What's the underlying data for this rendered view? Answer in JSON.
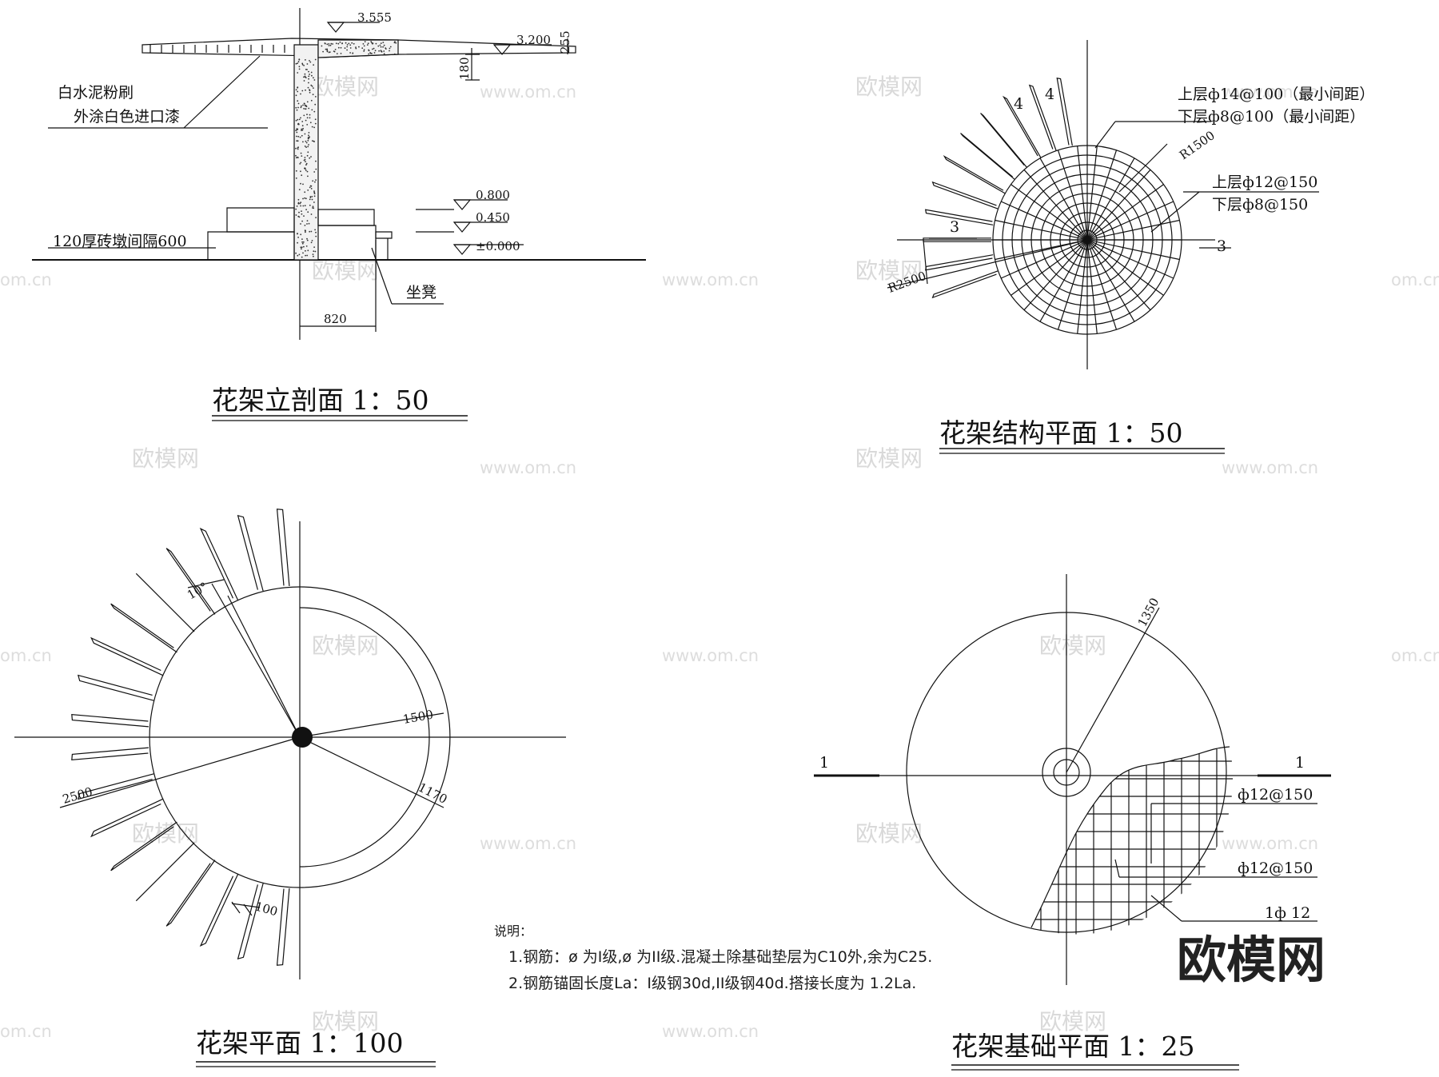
{
  "watermark": {
    "brand": "欧模网",
    "url": "www.om.cn",
    "url_fragment": "om.cn"
  },
  "section": {
    "title": "花架立剖面 1：50",
    "levels": [
      "3.555",
      "3.200",
      "0.800",
      "0.450",
      "±0.000"
    ],
    "dims": [
      "255",
      "180",
      "820"
    ],
    "notes": [
      "白水泥粉刷",
      "外涂白色进口漆",
      "120厚砖墩间隔600",
      "坐凳"
    ]
  },
  "structure": {
    "title": "花架结构平面 1：50",
    "rebar": [
      "上层ф14@100（最小间距）",
      "下层ф8@100（最小间距）",
      "上层ф12@150",
      "下层ф8@150"
    ],
    "dims": [
      "R1500",
      "R2500",
      "4",
      "4",
      "3",
      "3"
    ]
  },
  "plan": {
    "title": "花架平面 1：100",
    "dims": [
      "10°",
      "1500",
      "1170",
      "2500",
      "100"
    ]
  },
  "foundation": {
    "title": "花架基础平面 1：25",
    "dims": [
      "1350",
      "1",
      "1"
    ],
    "rebar": [
      "ф12@150",
      "ф12@150",
      "1ф 12"
    ]
  },
  "notes": {
    "heading": "说明：",
    "line1": "1.钢筋：ø    为I级,ø        为II级.混凝土除基础垫层为C10外,余为C25.",
    "line2": "2.钢筋锚固长度La：I级钢30d,II级钢40d.搭接长度为 1.2La."
  }
}
